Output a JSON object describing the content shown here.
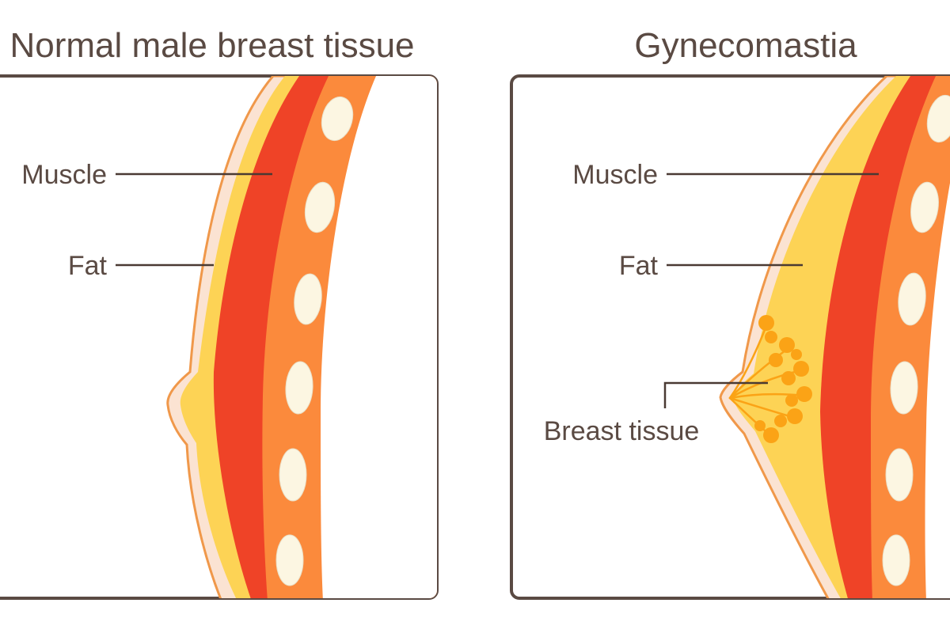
{
  "colors": {
    "outline": "#5a4a43",
    "skin": "#fbe3d2",
    "skin_edge": "#f0984a",
    "fat": "#fdd355",
    "muscle": "#ef4327",
    "chest_wall": "#fb8a3c",
    "rib": "#fcf6e2",
    "breast_tissue": "#fba316"
  },
  "icons": {
    "rib": "rib-oval",
    "breast_tissue": "lobule-cluster"
  },
  "panels": [
    {
      "title": "Normal male breast tissue",
      "labels": {
        "muscle": "Muscle",
        "fat": "Fat"
      }
    },
    {
      "title": "Gynecomastia",
      "labels": {
        "muscle": "Muscle",
        "fat": "Fat",
        "breast_tissue": "Breast tissue"
      }
    }
  ]
}
